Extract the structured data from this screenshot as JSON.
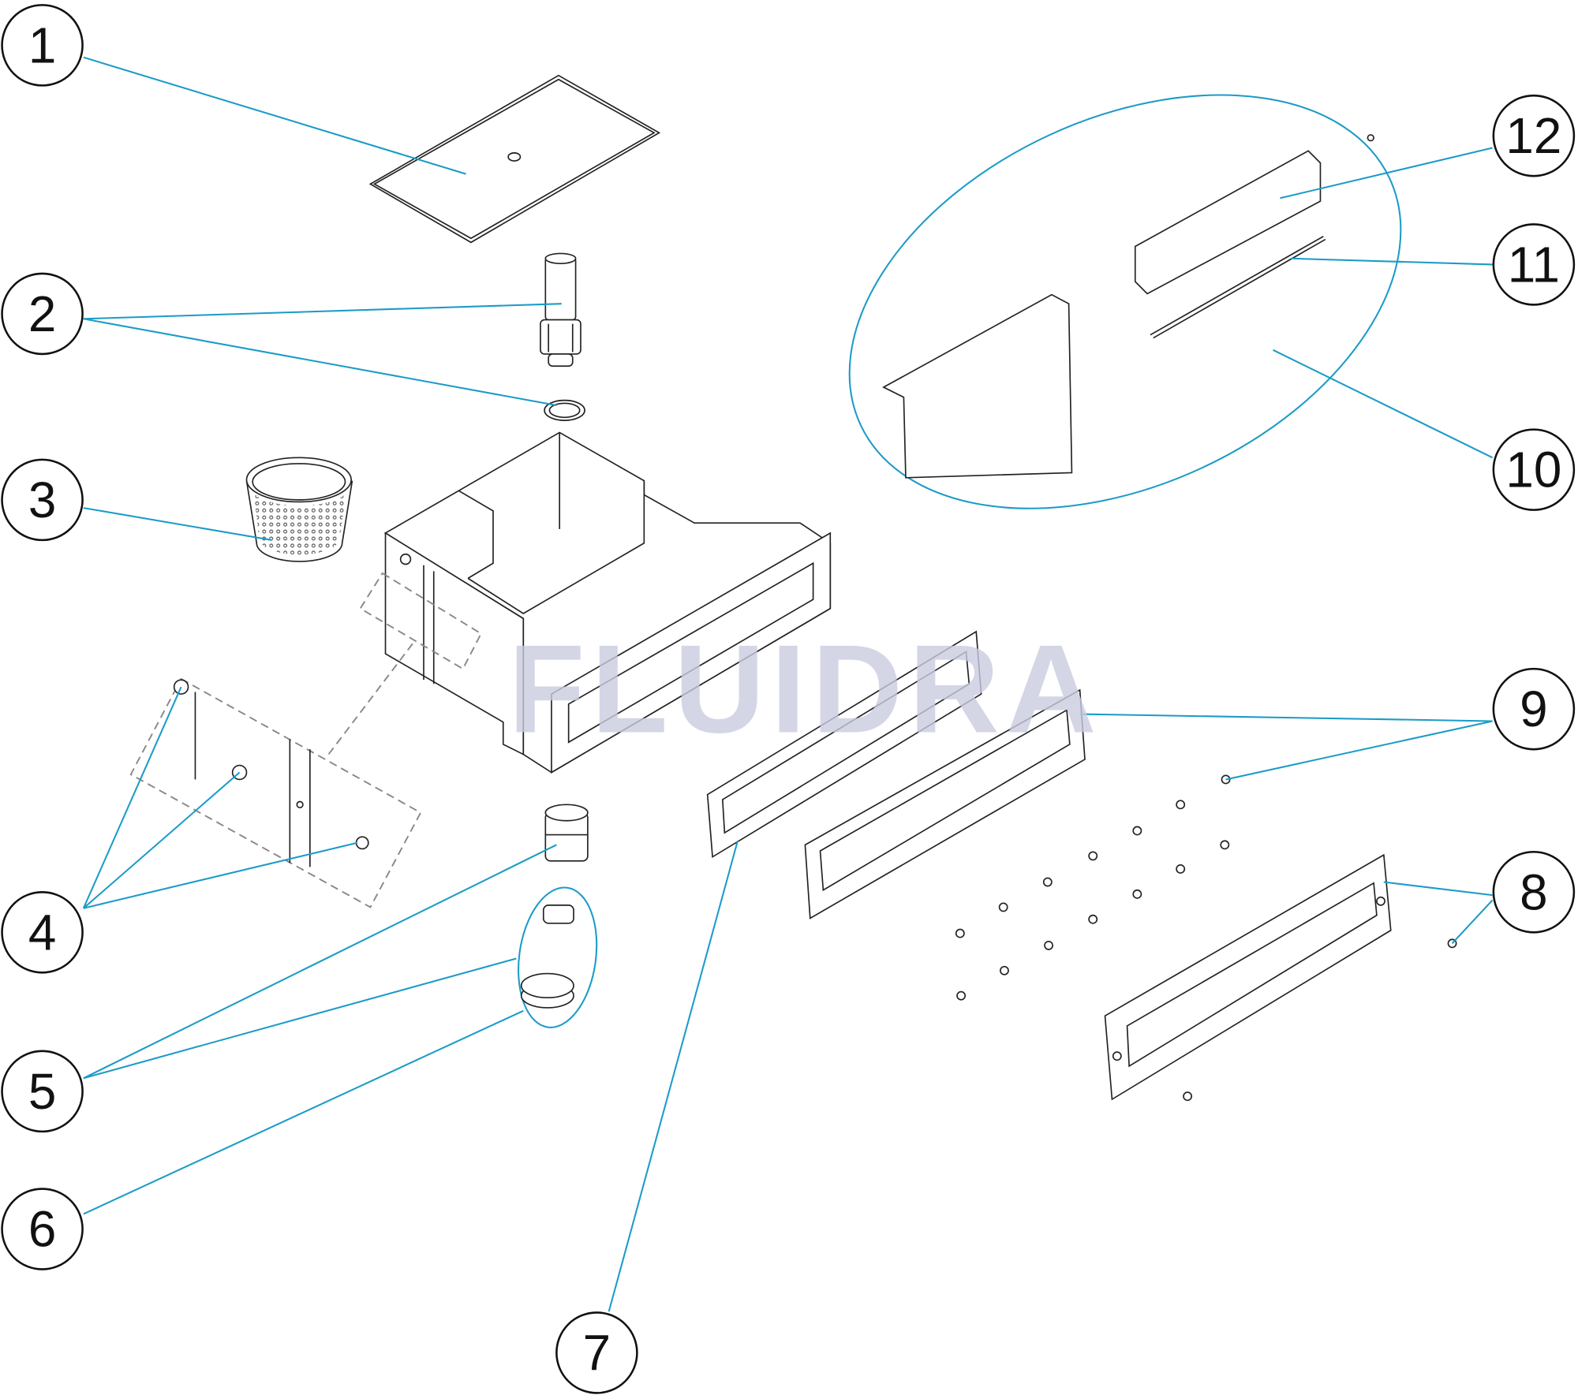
{
  "watermark": "FLUIDRA",
  "accent_color": "#1a9bc7",
  "callouts": [
    {
      "label": "1",
      "part": "lid"
    },
    {
      "label": "2",
      "part": "float-tube-and-o-ring"
    },
    {
      "label": "3",
      "part": "basket"
    },
    {
      "label": "4",
      "part": "side-fittings"
    },
    {
      "label": "5",
      "part": "outlet-fitting-and-plug"
    },
    {
      "label": "6",
      "part": "plug"
    },
    {
      "label": "7",
      "part": "gasket"
    },
    {
      "label": "8",
      "part": "front-frame-and-screws"
    },
    {
      "label": "9",
      "part": "gasket-and-screws"
    },
    {
      "label": "10",
      "part": "weir-flap-kit"
    },
    {
      "label": "11",
      "part": "axle-rod"
    },
    {
      "label": "12",
      "part": "float"
    }
  ]
}
